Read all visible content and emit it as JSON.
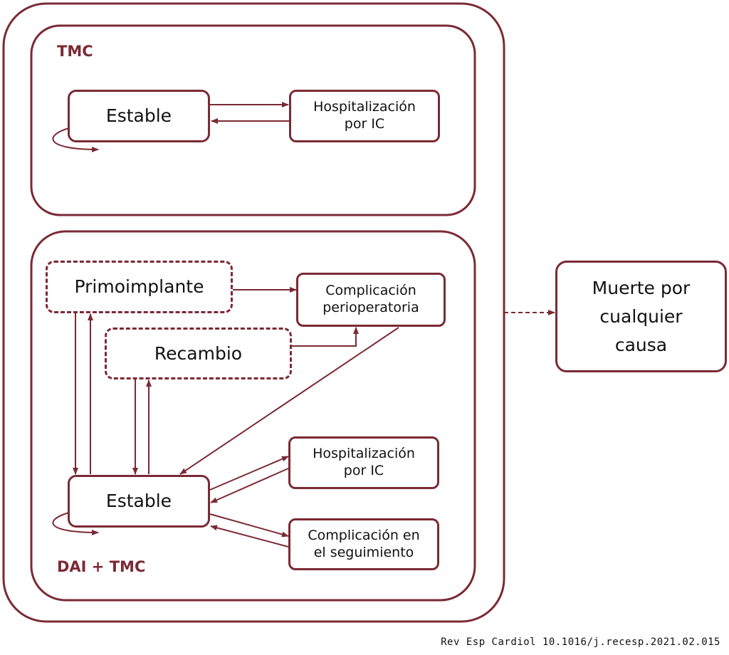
{
  "diagram": {
    "groups": {
      "tmc": {
        "label": "TMC"
      },
      "dai_tmc": {
        "label": "DAI + TMC"
      }
    },
    "nodes": {
      "tmc_stable": {
        "label": "Estable"
      },
      "tmc_hospitalization": {
        "label": "Hospitalización\npor IC"
      },
      "first_implant": {
        "label": "Primoimplante"
      },
      "replacement": {
        "label": "Recambio"
      },
      "periop_complication": {
        "label": "Complicación\nperioperatoria"
      },
      "dai_hospitalization": {
        "label": "Hospitalización\npor IC"
      },
      "followup_complication": {
        "label": "Complicación en\nel seguimiento"
      },
      "dai_stable": {
        "label": "Estable"
      },
      "death": {
        "label": "Muerte por\ncualquier\ncausa"
      }
    }
  },
  "credit": "Rev Esp Cardiol 10.1016/j.recesp.2021.02.015",
  "colors": {
    "accent": "#7b2a35",
    "text": "#111111"
  }
}
